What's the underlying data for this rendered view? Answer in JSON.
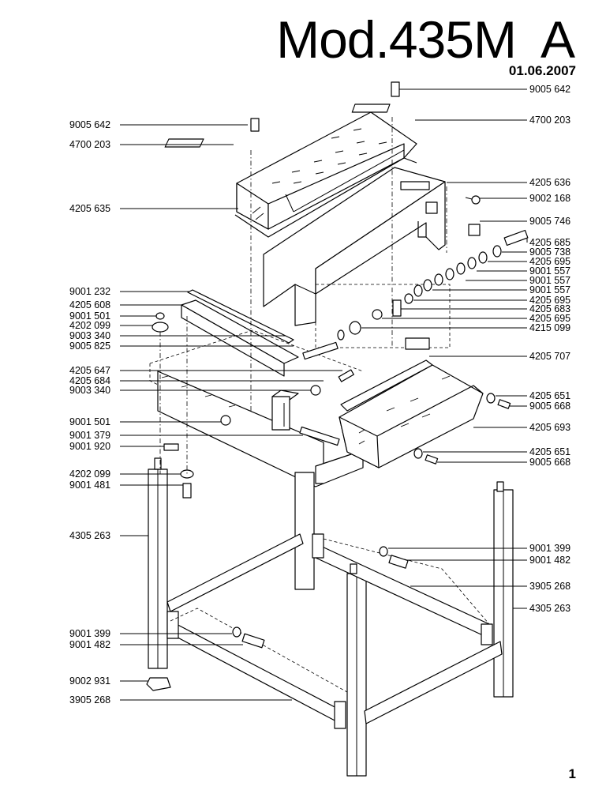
{
  "header": {
    "model": "Mod.435M  A",
    "date": "01.06.2007"
  },
  "footer": {
    "page_number": "1"
  },
  "callouts": [
    "9005 642",
    "4700 203",
    "4205 635",
    "9001 232",
    "4205 608",
    "9001 501",
    "4202 099",
    "9003 340",
    "9005 825",
    "4205 647",
    "4205 684",
    "9003 340",
    "9001 501",
    "9001 379",
    "9001 920",
    "4202 099",
    "9001 481",
    "4305 263",
    "9001 399",
    "9001 482",
    "9002 931",
    "3905 268",
    "9005 642",
    "4700 203",
    "4205 636",
    "9002 168",
    "9005 746",
    "4205 685",
    "9005 738",
    "4205 695",
    "9001 557",
    "9001 557",
    "9001 557",
    "4205 695",
    "4205 683",
    "4205 695",
    "4215 099",
    "4205 707",
    "4205 651",
    "9005 668",
    "4205 693",
    "4205 651",
    "9005 668",
    "9001 399",
    "9001 482",
    "3905 268",
    "4305 263"
  ]
}
